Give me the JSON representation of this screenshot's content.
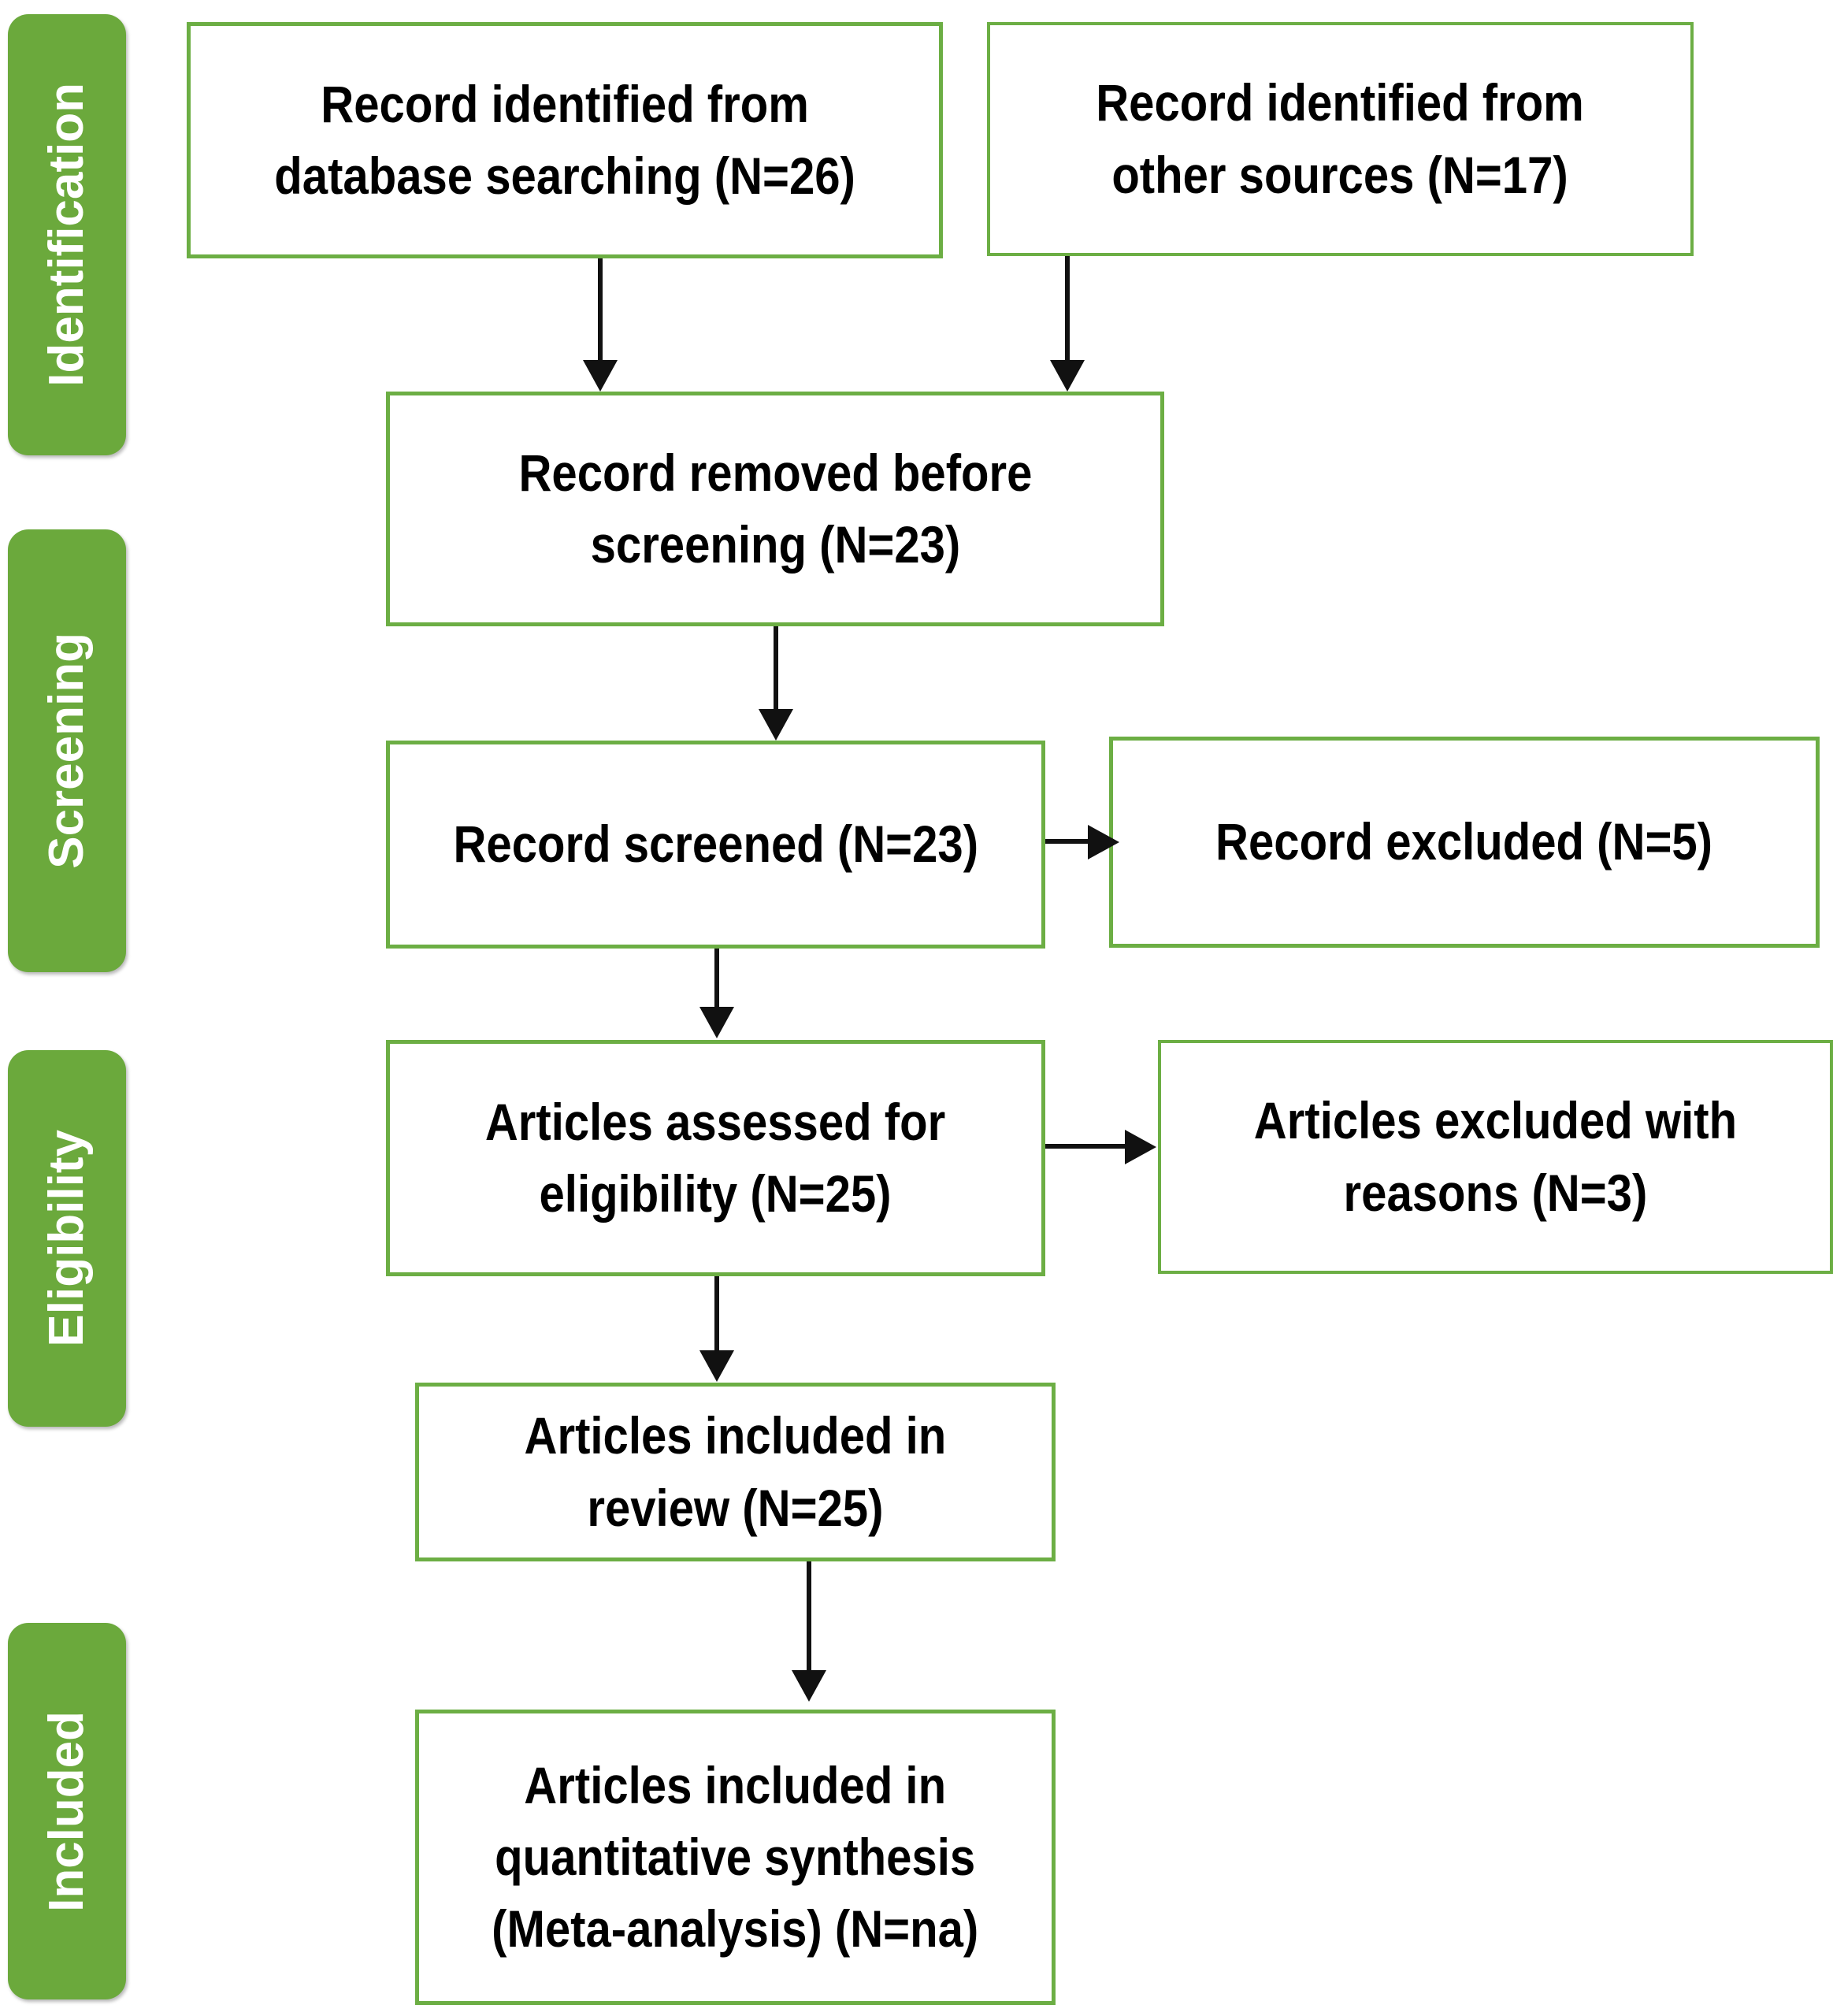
{
  "diagram": {
    "title": "PRISMA flow diagram",
    "accent_color": "#6CAE44",
    "stage_tab_color": "#6BA93C",
    "box_border_color": "#6CAE44",
    "connector_color": "#111111",
    "text_color": "#000000"
  },
  "stages": [
    {
      "id": "identification",
      "label": "Identification"
    },
    {
      "id": "screening",
      "label": "Screening"
    },
    {
      "id": "eligibility",
      "label": "Eligibility"
    },
    {
      "id": "included",
      "label": "Included"
    }
  ],
  "boxes": [
    {
      "id": "records-database",
      "text": "Record identified from\ndatabase searching (N=26)",
      "count_label": "N=26",
      "count": 26
    },
    {
      "id": "records-other-sources",
      "text": "Record identified from\nother sources (N=17)",
      "count_label": "N=17",
      "count": 17
    },
    {
      "id": "records-removed",
      "text": "Record removed before\nscreening (N=23)",
      "count_label": "N=23",
      "count": 23
    },
    {
      "id": "records-screened",
      "text": "Record screened (N=23)",
      "count_label": "N=23",
      "count": 23
    },
    {
      "id": "records-excluded",
      "text": "Record excluded (N=5)",
      "count_label": "N=5",
      "count": 5
    },
    {
      "id": "articles-assessed",
      "text": "Articles assessed for\neligibility  (N=25)",
      "count_label": "N=25",
      "count": 25
    },
    {
      "id": "articles-excluded-reasons",
      "text": "Articles excluded with\nreasons (N=3)",
      "count_label": "N=3",
      "count": 3
    },
    {
      "id": "articles-included-review",
      "text": "Articles included in\nreview (N=25)",
      "count_label": "N=25",
      "count": 25
    },
    {
      "id": "articles-included-meta",
      "text": "Articles included in\nquantitative synthesis\n(Meta-analysis) (N=na)",
      "count_label": "N=na",
      "count": "na"
    }
  ],
  "connectors": [
    {
      "id": "database-to-removed",
      "type": "arrow-down"
    },
    {
      "id": "other-sources-to-removed",
      "type": "arrow-down"
    },
    {
      "id": "removed-to-screened",
      "type": "arrow-down"
    },
    {
      "id": "screened-to-excluded",
      "type": "arrow-right"
    },
    {
      "id": "screened-to-assessed",
      "type": "arrow-down"
    },
    {
      "id": "assessed-to-excluded-reasons",
      "type": "arrow-right"
    },
    {
      "id": "assessed-to-included-review",
      "type": "arrow-down"
    },
    {
      "id": "included-review-to-meta",
      "type": "arrow-down"
    }
  ]
}
